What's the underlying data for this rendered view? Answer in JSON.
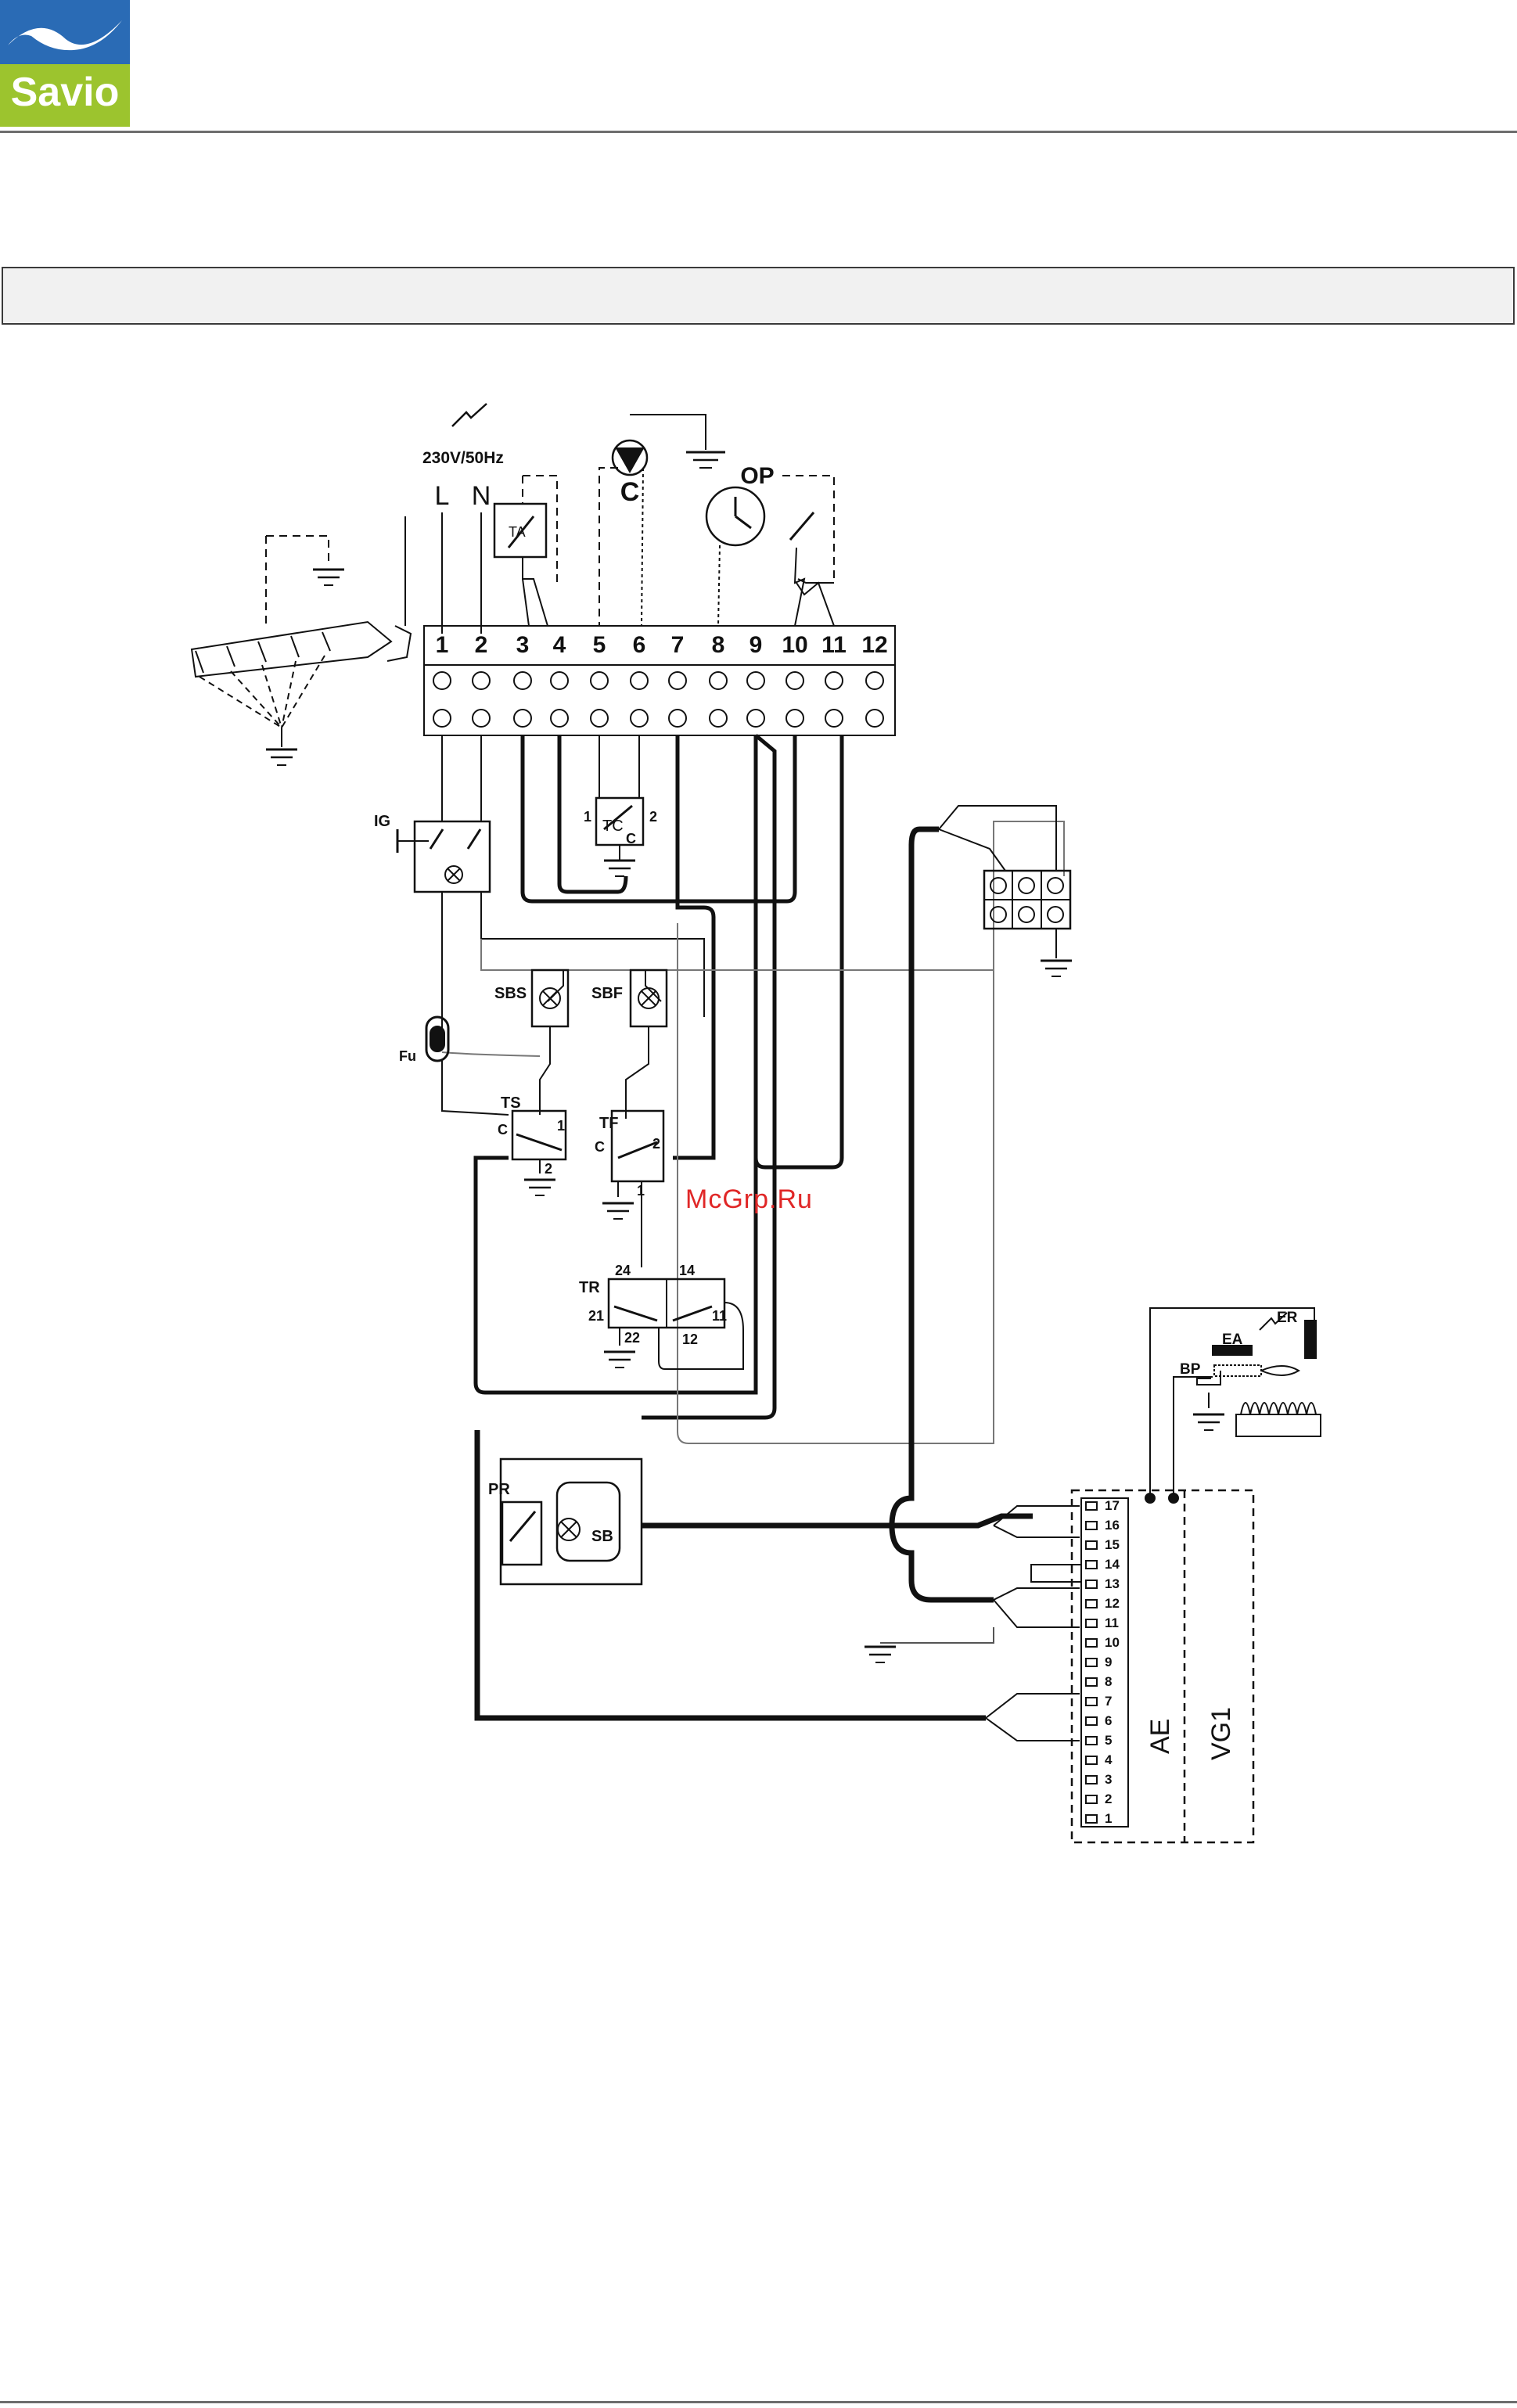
{
  "brand": {
    "name": "Savio",
    "colors": {
      "green": "#9cc42e",
      "blue": "#2a6bb5"
    }
  },
  "watermark": "McGrp.Ru",
  "diagram": {
    "supply": "230V/50Hz",
    "phase": "L",
    "neutral": "N",
    "terminals": [
      "1",
      "2",
      "3",
      "4",
      "5",
      "6",
      "7",
      "8",
      "9",
      "10",
      "11",
      "12"
    ],
    "labels": {
      "TA": "TA",
      "C": "C",
      "OP": "OP",
      "IG": "IG",
      "TC": "TC",
      "SBS": "SBS",
      "SBF": "SBF",
      "Fu": "Fu",
      "TS": "TS",
      "TF": "TF",
      "TR": "TR",
      "PR": "PR",
      "SB": "SB",
      "AE": "AE",
      "VG1": "VG1",
      "EA": "EA",
      "ER": "ER",
      "BP": "BP"
    },
    "contacts": {
      "tc_1": "1",
      "tc_2": "2",
      "tc_c": "C",
      "ts_c": "C",
      "ts_1": "1",
      "ts_2": "2",
      "tf_c": "C",
      "tf_2": "2",
      "tf_1": "1",
      "tr_24": "24",
      "tr_14": "14",
      "tr_21": "21",
      "tr_22": "22",
      "tr_11": "11",
      "tr_12": "12"
    },
    "connector_pins": [
      "17",
      "16",
      "15",
      "14",
      "13",
      "12",
      "11",
      "10",
      "9",
      "8",
      "7",
      "6",
      "5",
      "4",
      "3",
      "2",
      "1"
    ]
  }
}
